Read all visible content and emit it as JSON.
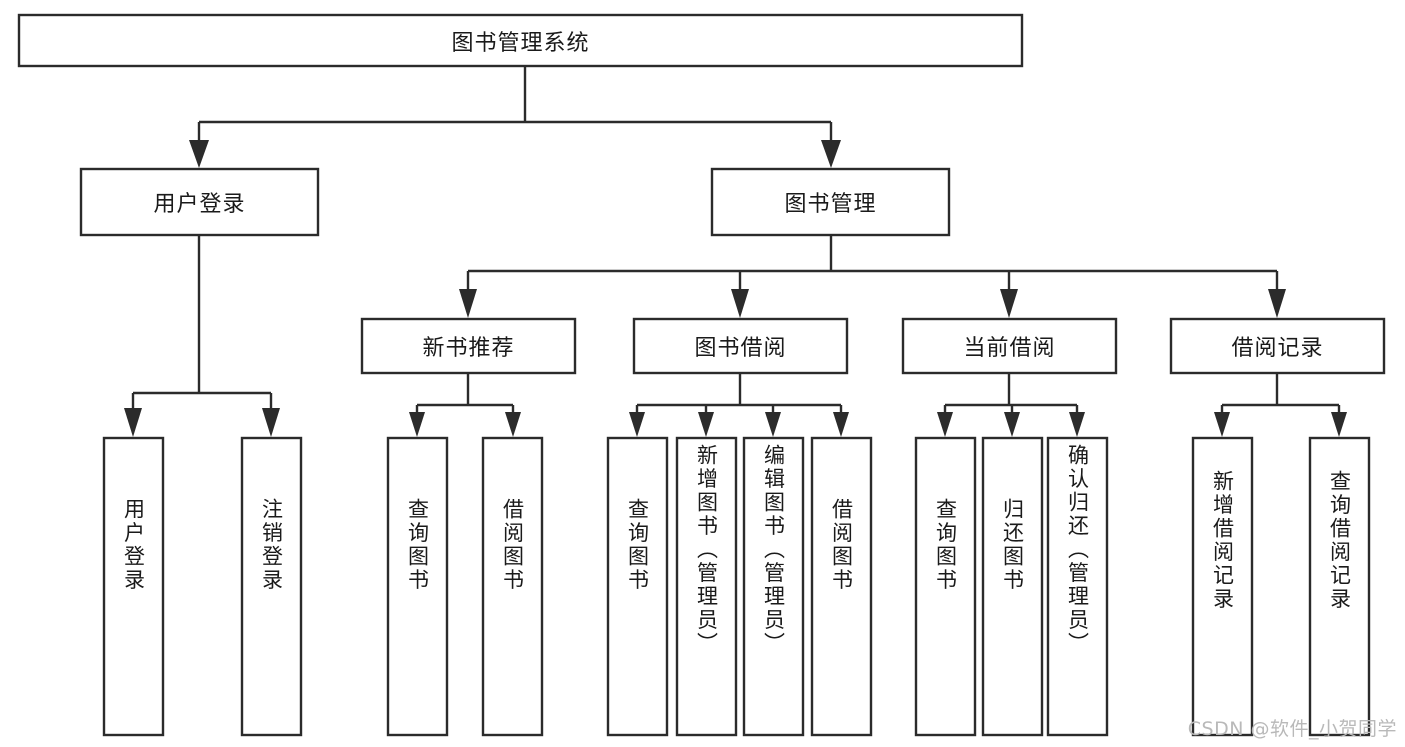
{
  "diagram": {
    "title": "图书管理系统",
    "type": "hierarchy-tree",
    "watermark": "CSDN @软件_小贺同学",
    "colors": {
      "stroke": "#2b2b2b",
      "fill": "#ffffff",
      "text": "#1a1a1a",
      "watermark": "#b9b9b9",
      "background": "#ffffff"
    },
    "levels": {
      "root": {
        "label": "图书管理系统",
        "orientation": "horizontal"
      },
      "level2": [
        {
          "id": "user-login",
          "label": "用户登录",
          "orientation": "horizontal"
        },
        {
          "id": "book-manage",
          "label": "图书管理",
          "orientation": "horizontal"
        }
      ],
      "level3": [
        {
          "id": "new-book-recommend",
          "label": "新书推荐",
          "orientation": "horizontal",
          "parent": "book-manage"
        },
        {
          "id": "book-borrow",
          "label": "图书借阅",
          "orientation": "horizontal",
          "parent": "book-manage"
        },
        {
          "id": "current-borrow",
          "label": "当前借阅",
          "orientation": "horizontal",
          "parent": "book-manage"
        },
        {
          "id": "borrow-record",
          "label": "借阅记录",
          "orientation": "horizontal",
          "parent": "book-manage"
        }
      ],
      "leaves": [
        {
          "id": "leaf-user-login",
          "label": "用户登录",
          "orientation": "vertical",
          "parent": "user-login"
        },
        {
          "id": "leaf-logout",
          "label": "注销登录",
          "orientation": "vertical",
          "parent": "user-login"
        },
        {
          "id": "leaf-query-book-1",
          "label": "查询图书",
          "orientation": "vertical",
          "parent": "new-book-recommend"
        },
        {
          "id": "leaf-borrow-book-1",
          "label": "借阅图书",
          "orientation": "vertical",
          "parent": "new-book-recommend"
        },
        {
          "id": "leaf-query-book-2",
          "label": "查询图书",
          "orientation": "vertical",
          "parent": "book-borrow"
        },
        {
          "id": "leaf-add-book",
          "label": "新增图书（管理员）",
          "orientation": "vertical",
          "parent": "book-borrow"
        },
        {
          "id": "leaf-edit-book",
          "label": "编辑图书（管理员）",
          "orientation": "vertical",
          "parent": "book-borrow"
        },
        {
          "id": "leaf-borrow-book-2",
          "label": "借阅图书",
          "orientation": "vertical",
          "parent": "book-borrow"
        },
        {
          "id": "leaf-query-book-3",
          "label": "查询图书",
          "orientation": "vertical",
          "parent": "current-borrow"
        },
        {
          "id": "leaf-return-book",
          "label": "归还图书",
          "orientation": "vertical",
          "parent": "current-borrow"
        },
        {
          "id": "leaf-confirm-return",
          "label": "确认归还（管理员）",
          "orientation": "vertical",
          "parent": "current-borrow"
        },
        {
          "id": "leaf-add-record",
          "label": "新增借阅记录",
          "orientation": "vertical",
          "parent": "borrow-record"
        },
        {
          "id": "leaf-query-record",
          "label": "查询借阅记录",
          "orientation": "vertical",
          "parent": "borrow-record"
        }
      ]
    }
  }
}
